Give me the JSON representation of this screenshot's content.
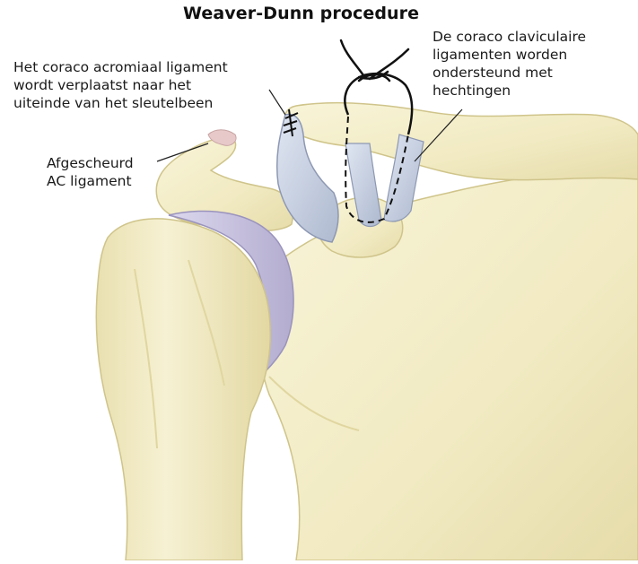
{
  "title": "Weaver-Dunn procedure",
  "labels": {
    "acromiaal": [
      "Het coraco acromiaal ligament",
      "wordt verplaatst naar het",
      "uiteinde van het sleutelbeen"
    ],
    "afgescheurd": [
      "Afgescheurd",
      "AC ligament"
    ],
    "coraco_clav": [
      "De coraco claviculaire",
      "ligamenten worden",
      "ondersteund met",
      "hechtingen"
    ]
  },
  "colors": {
    "bone": "#f4efc9",
    "bone_shadow": "#d9cf94",
    "ligament": "#c9d2e3",
    "cartilage": "#c8c3df",
    "suture": "#111111",
    "background": "#ffffff"
  }
}
